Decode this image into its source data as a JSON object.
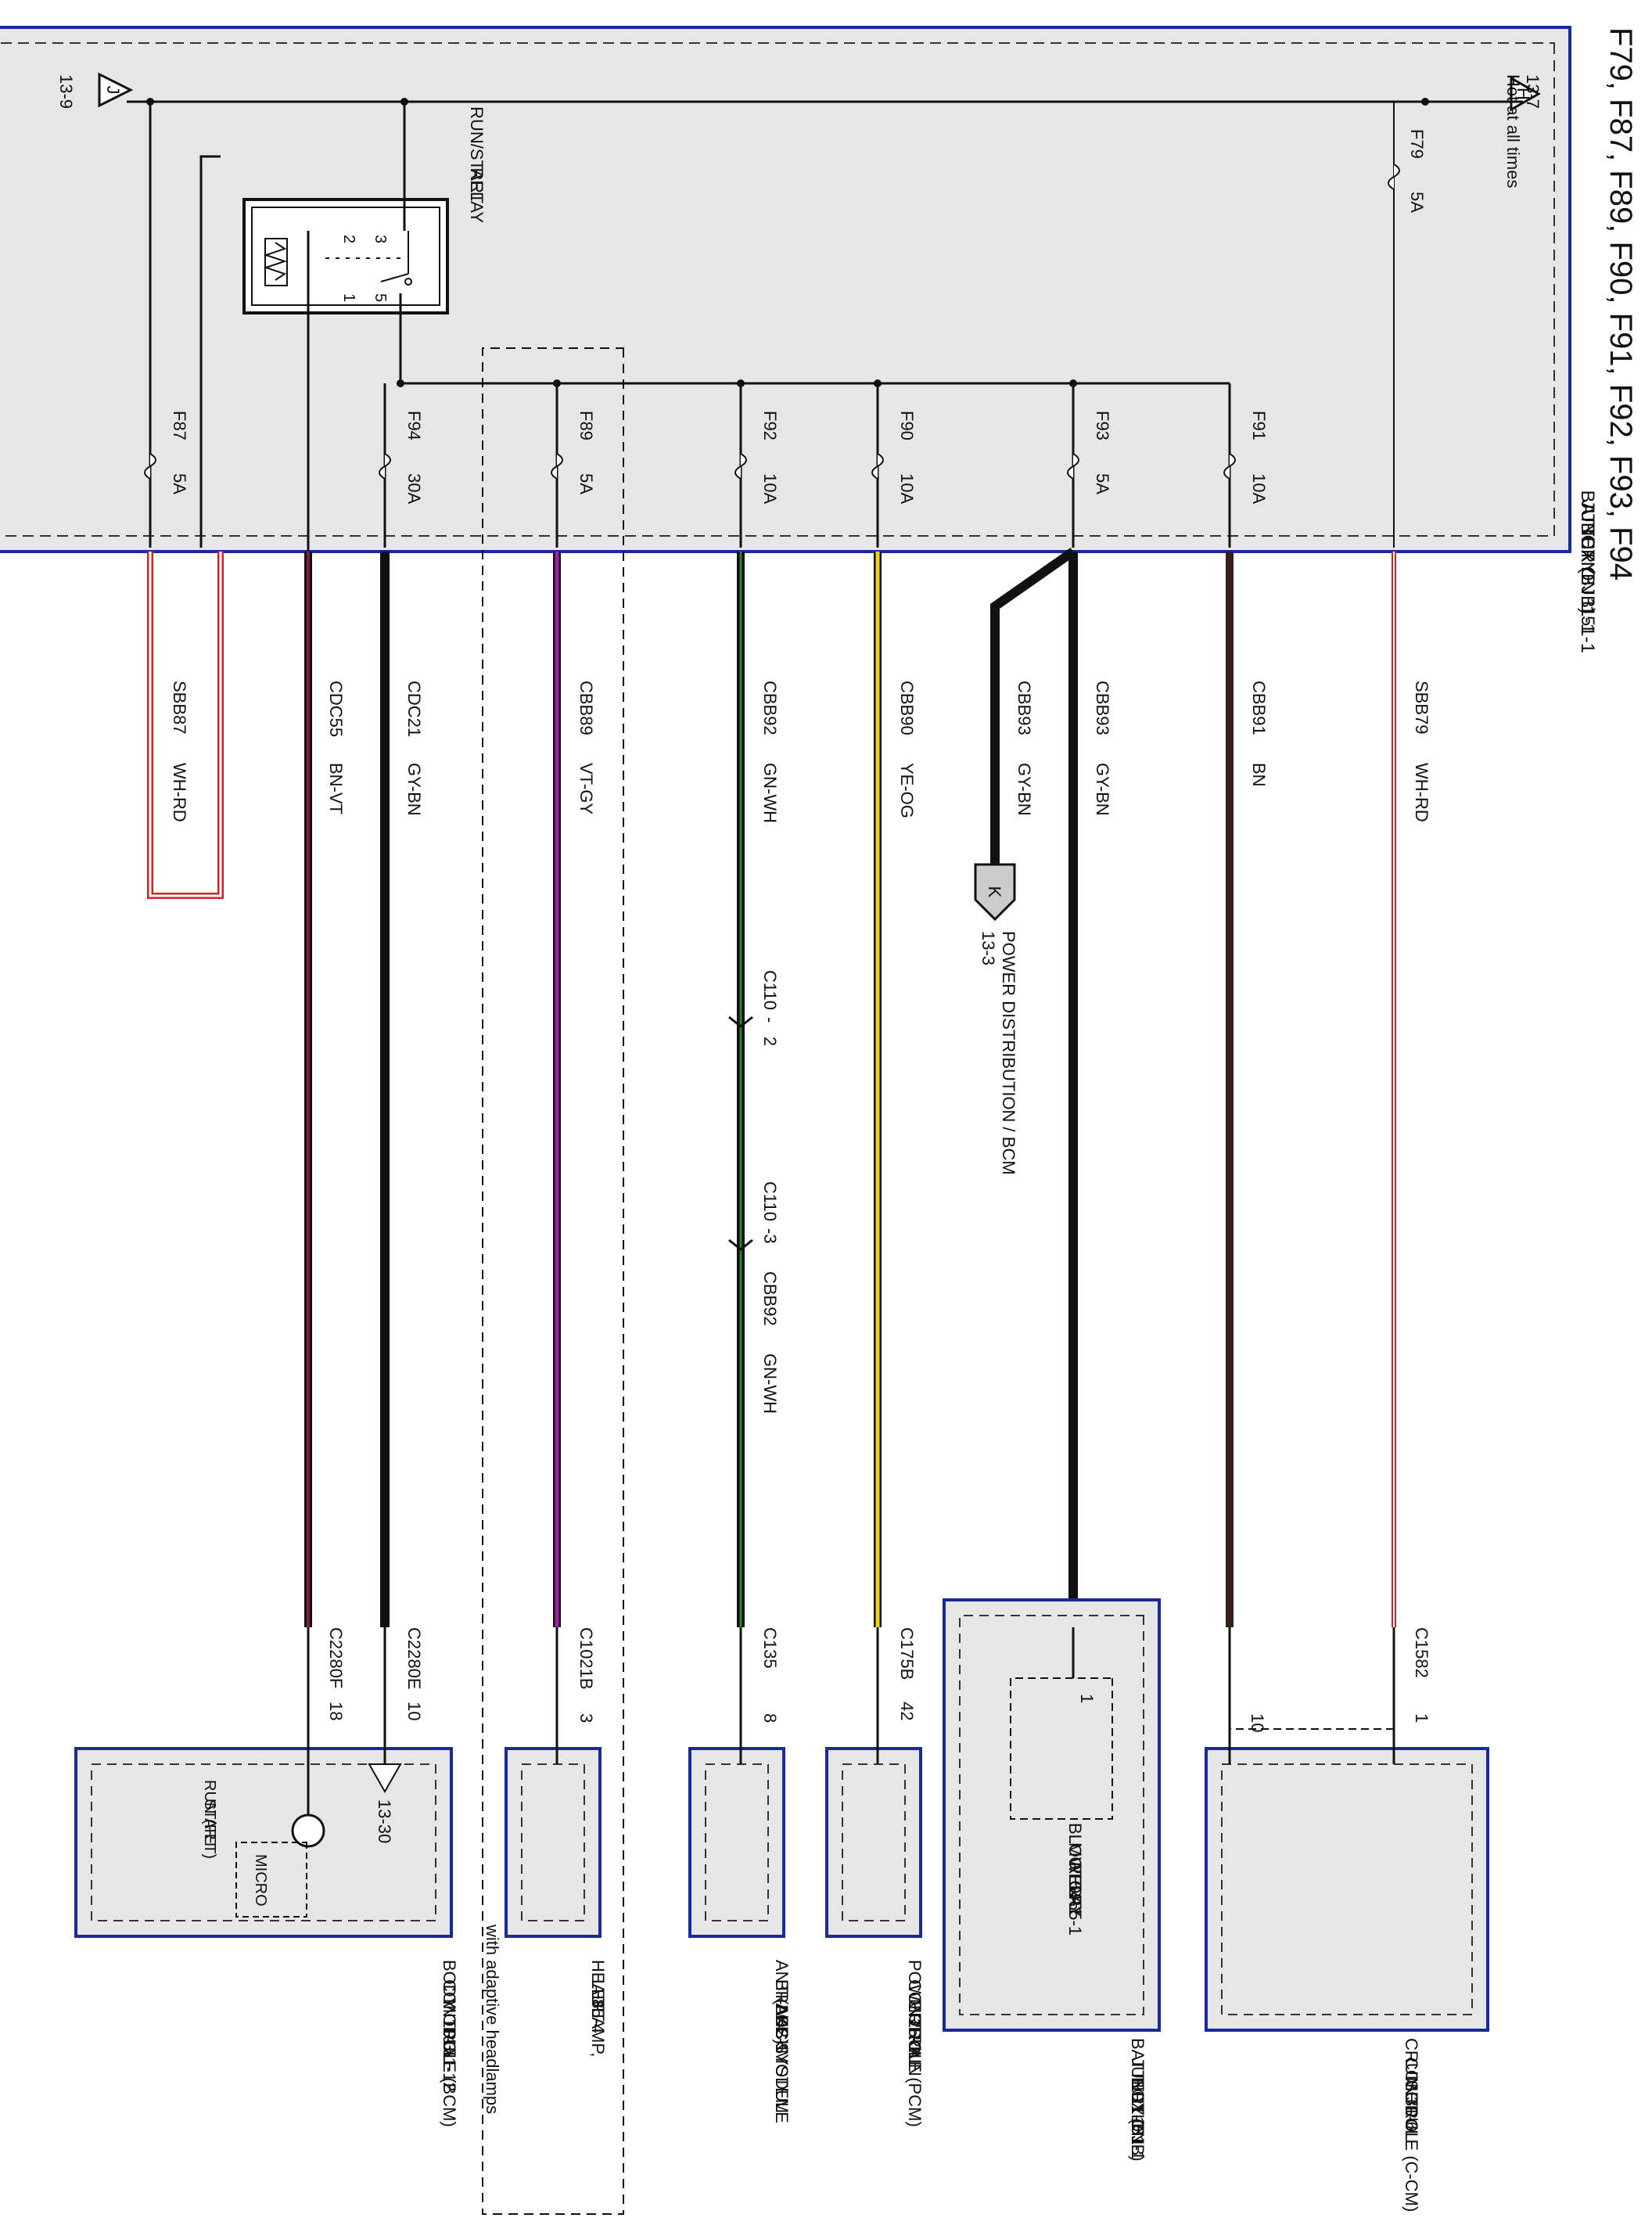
{
  "title": "F79, F87, F89, F90, F91, F92, F93, F94",
  "bjb": {
    "label_lines": [
      "BATTERY",
      "JUNCTION",
      "BOX (BJB)",
      "11-1",
      "151-1"
    ],
    "hot_label": "Hot at all times",
    "connector_h": {
      "letter": "H",
      "ref": "13-7"
    },
    "connector_j": {
      "letter": "J",
      "ref": "13-9"
    },
    "relay": {
      "label_lines": [
        "RUN/START",
        "RELAY"
      ],
      "pins": [
        "1",
        "2",
        "3",
        "5"
      ]
    }
  },
  "fuses": [
    {
      "name": "F79",
      "rating": "5A"
    },
    {
      "name": "F87",
      "rating": "5A"
    },
    {
      "name": "F94",
      "rating": "30A"
    },
    {
      "name": "F89",
      "rating": "5A"
    },
    {
      "name": "F92",
      "rating": "10A"
    },
    {
      "name": "F90",
      "rating": "10A"
    },
    {
      "name": "F93",
      "rating": "5A"
    },
    {
      "name": "F91",
      "rating": "10A"
    }
  ],
  "wires": [
    {
      "circuit": "SBB79",
      "color": "WH-RD"
    },
    {
      "circuit": "CBB91",
      "color": "BN"
    },
    {
      "circuit": "CBB93",
      "color": "GY-BN"
    },
    {
      "circuit": "CBB93",
      "color": "GY-BN"
    },
    {
      "circuit": "CBB90",
      "color": "YE-OG"
    },
    {
      "circuit": "CBB92",
      "color": "GN-WH"
    },
    {
      "circuit": "CBB92",
      "color": "GN-WH"
    },
    {
      "circuit": "CBB89",
      "color": "VT-GY"
    },
    {
      "circuit": "CDC21",
      "color": "GY-BN"
    },
    {
      "circuit": "CDC55",
      "color": "BN-VT"
    },
    {
      "circuit": "SBB87",
      "color": "WH-RD"
    }
  ],
  "inline_connectors": [
    "C110",
    "-",
    "2",
    "C110",
    "-3"
  ],
  "power_dist": {
    "letter": "K",
    "ref": "13-3",
    "label": "POWER DISTRIBUTION / BCM"
  },
  "adaptive_note": "with adaptive headlamps",
  "pin_connectors": [
    {
      "name": "C1582",
      "pins": [
        "1",
        "10"
      ]
    },
    {
      "name": "C175B",
      "pins": [
        "42"
      ]
    },
    {
      "name": "C135",
      "pins": [
        "8"
      ]
    },
    {
      "name": "C1021B",
      "pins": [
        "3"
      ]
    },
    {
      "name": "C2280E",
      "pins": [
        "10"
      ]
    },
    {
      "name": "C2280F",
      "pins": [
        "18"
      ]
    }
  ],
  "modules": [
    {
      "label_lines": [
        "CRUISE",
        "CONTROL",
        "MODULE (C-CM)",
        "31-6"
      ]
    },
    {
      "label_lines": [
        "BATTERY",
        "JUNCTION",
        "BOX (BJB)",
        "11-1",
        "151-1"
      ],
      "relay": {
        "pin": "1",
        "label_lines": [
          "BLOWER",
          "MOTOR",
          "RELAY",
          "54-1",
          "55-1"
        ]
      }
    },
    {
      "label_lines": [
        "POWERTRAIN",
        "CONTROL",
        "MODULE (PCM)",
        "25-1"
      ]
    },
    {
      "label_lines": [
        "ANTI-LOCK",
        "BRAKE SYSTEM",
        "(ABS) MODULE",
        "42-1"
      ]
    },
    {
      "label_lines": [
        "HEADLAMP,",
        "LEFT",
        "85-4"
      ]
    },
    {
      "label_lines": [
        "BODY",
        "CONTROL",
        "MODULE (BCM)",
        "11-3",
        "151-12"
      ],
      "ground_ref": "13-30",
      "micro": "MICRO",
      "run_start_lines": [
        "RUN",
        "START",
        "(FET)"
      ]
    }
  ],
  "colors": {
    "frame": "#1a2a9c",
    "fill": "#e6e6e6",
    "black_wire": "#111111",
    "brown_wire": "#3a1f1f",
    "white_red": "#c62828",
    "yellow_wire": "#f2d21b",
    "purple_wire": "#9b1fa8",
    "brown_violet": "#7a2040"
  },
  "orientation": "rotated 90 degrees clockwise"
}
